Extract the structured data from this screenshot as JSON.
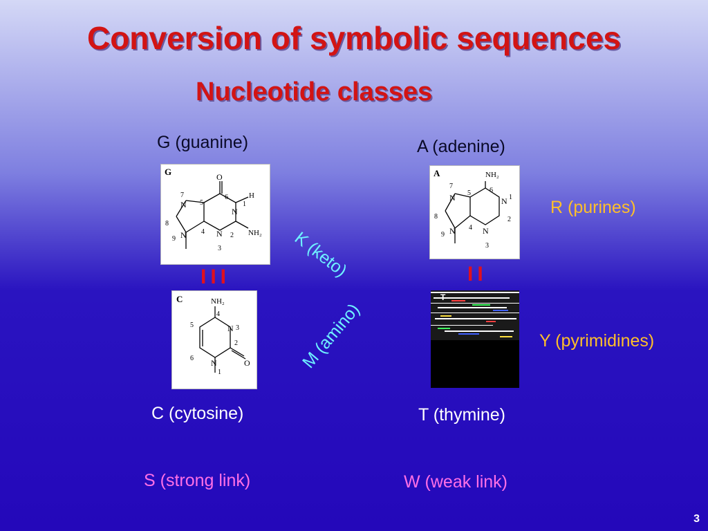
{
  "slide": {
    "title": "Conversion of symbolic sequences",
    "subtitle": "Nucleotide classes",
    "page_number": "3"
  },
  "nucleotides": {
    "guanine": {
      "name": "G (guanine)",
      "letter": "G"
    },
    "adenine": {
      "name": "A (adenine)",
      "letter": "A"
    },
    "cytosine": {
      "name": "C (cytosine)",
      "letter": "C"
    },
    "thymine": {
      "name": "T (thymine)",
      "letter": "T"
    }
  },
  "bonds": {
    "gc": "III",
    "at": "II"
  },
  "classes": {
    "keto": "K (keto)",
    "amino": "M (amino)",
    "purines": "R (purines)",
    "pyrimidines": "Y (pyrimidines)",
    "strong": "S (strong link)",
    "weak": "W (weak link)"
  },
  "colors": {
    "title": "#d21414",
    "class_label": "#ffbf2a",
    "link_label": "#ff6fe6",
    "diagonal_label": "#6ff0ff",
    "bond_mark": "#e0101e"
  }
}
